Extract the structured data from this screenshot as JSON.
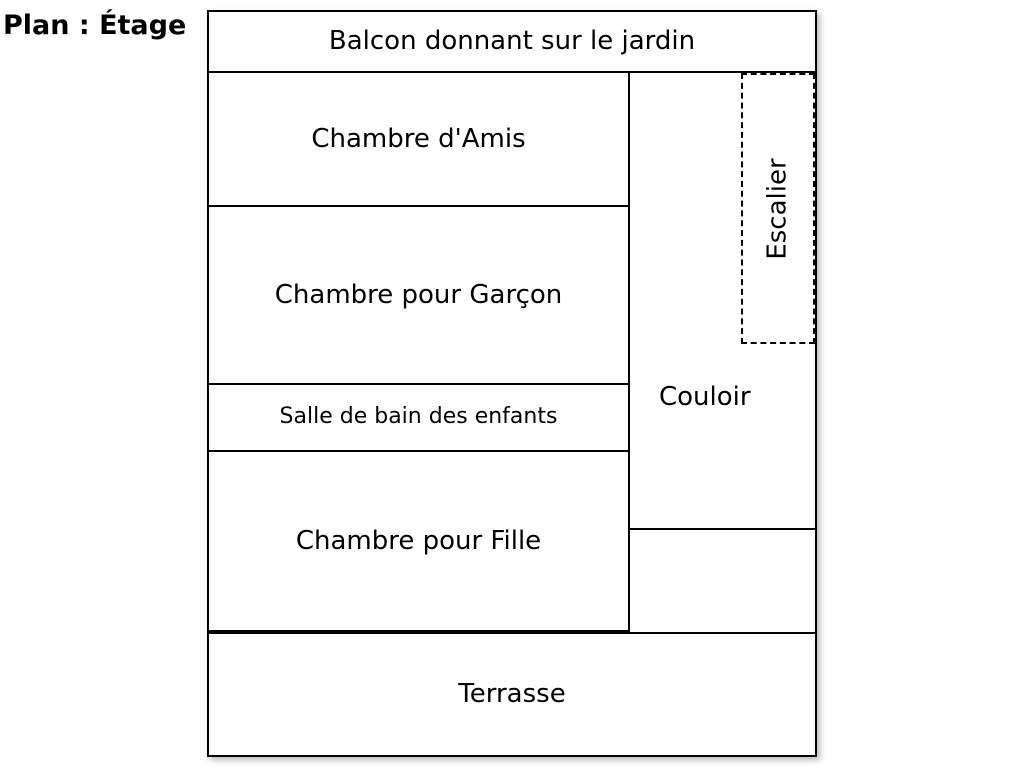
{
  "title": "Plan : Étage",
  "plan": {
    "name": "floor-plan",
    "rooms": [
      {
        "key": "balcon",
        "label": "Balcon donnant sur le jardin"
      },
      {
        "key": "amis",
        "label": "Chambre d'Amis"
      },
      {
        "key": "garcon",
        "label": "Chambre pour Garçon"
      },
      {
        "key": "sdb",
        "label": "Salle de bain des enfants"
      },
      {
        "key": "fille",
        "label": "Chambre pour Fille"
      },
      {
        "key": "couloir",
        "label": "Couloir"
      },
      {
        "key": "escalier",
        "label": "Escalier"
      },
      {
        "key": "terrasse",
        "label": "Terrasse"
      },
      {
        "key": "vide_bas_droite",
        "label": ""
      }
    ]
  },
  "colors": {
    "wall": "#000000",
    "fill": "#ffffff",
    "background": "#ffffff"
  }
}
